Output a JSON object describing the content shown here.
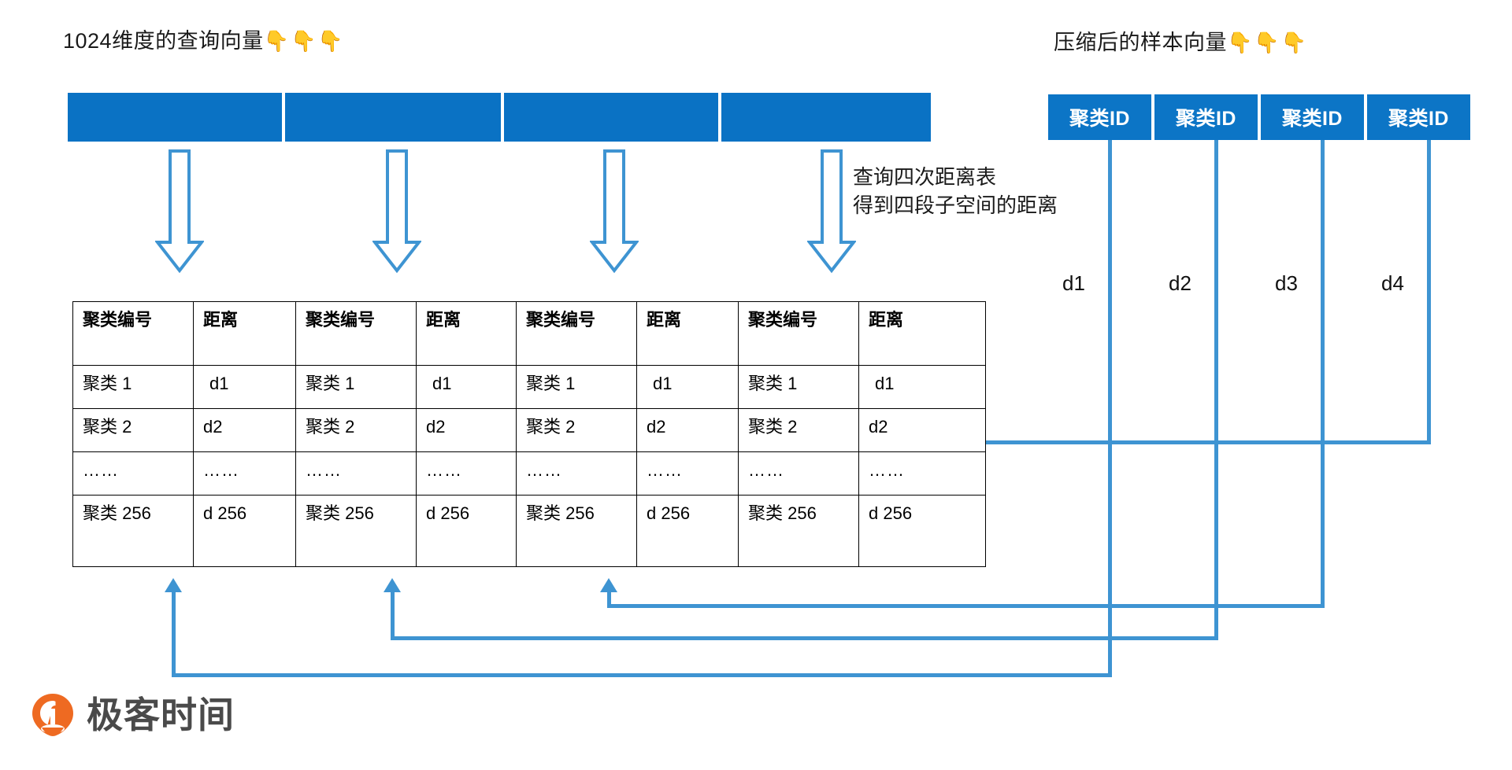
{
  "titles": {
    "left": "1024维度的查询向量",
    "left_emoji": "👇👇👇",
    "right": "压缩后的样本向量",
    "right_emoji": "👇👇👇"
  },
  "note": {
    "line1": "查询四次距离表",
    "line2": "得到四段子空间的距离"
  },
  "query_vector": {
    "segment_count": 4,
    "color": "#0A72C4"
  },
  "compressed_vector": {
    "color": "#0C75C6",
    "boxes": [
      {
        "label": "聚类ID"
      },
      {
        "label": "聚类ID"
      },
      {
        "label": "聚类ID"
      },
      {
        "label": "聚类ID"
      }
    ]
  },
  "distance_labels": [
    {
      "text": "d1"
    },
    {
      "text": "d2"
    },
    {
      "text": "d3"
    },
    {
      "text": "d4"
    }
  ],
  "tables": [
    {
      "headers": [
        "聚类编号",
        "距离"
      ],
      "rows": [
        [
          "聚类 1",
          "d1"
        ],
        [
          "聚类 2",
          "d2"
        ],
        [
          "……",
          "……"
        ],
        [
          "聚类 256",
          "d 256"
        ]
      ]
    },
    {
      "headers": [
        "聚类编号",
        "距离"
      ],
      "rows": [
        [
          "聚类 1",
          "d1"
        ],
        [
          "聚类 2",
          "d2"
        ],
        [
          "……",
          "……"
        ],
        [
          "聚类 256",
          "d 256"
        ]
      ]
    },
    {
      "headers": [
        "聚类编号",
        "距离"
      ],
      "rows": [
        [
          "聚类 1",
          "d1"
        ],
        [
          "聚类 2",
          "d2"
        ],
        [
          "……",
          "……"
        ],
        [
          "聚类 256",
          "d 256"
        ]
      ]
    },
    {
      "headers": [
        "聚类编号",
        "距离"
      ],
      "rows": [
        [
          "聚类 1",
          "d1"
        ],
        [
          "聚类 2",
          "d2"
        ],
        [
          "……",
          "……"
        ],
        [
          "聚类 256",
          "d 256"
        ]
      ]
    }
  ],
  "connector_color": "#3E94D2",
  "logo": {
    "text": "极客时间",
    "mark_color": "#EE6A22"
  }
}
